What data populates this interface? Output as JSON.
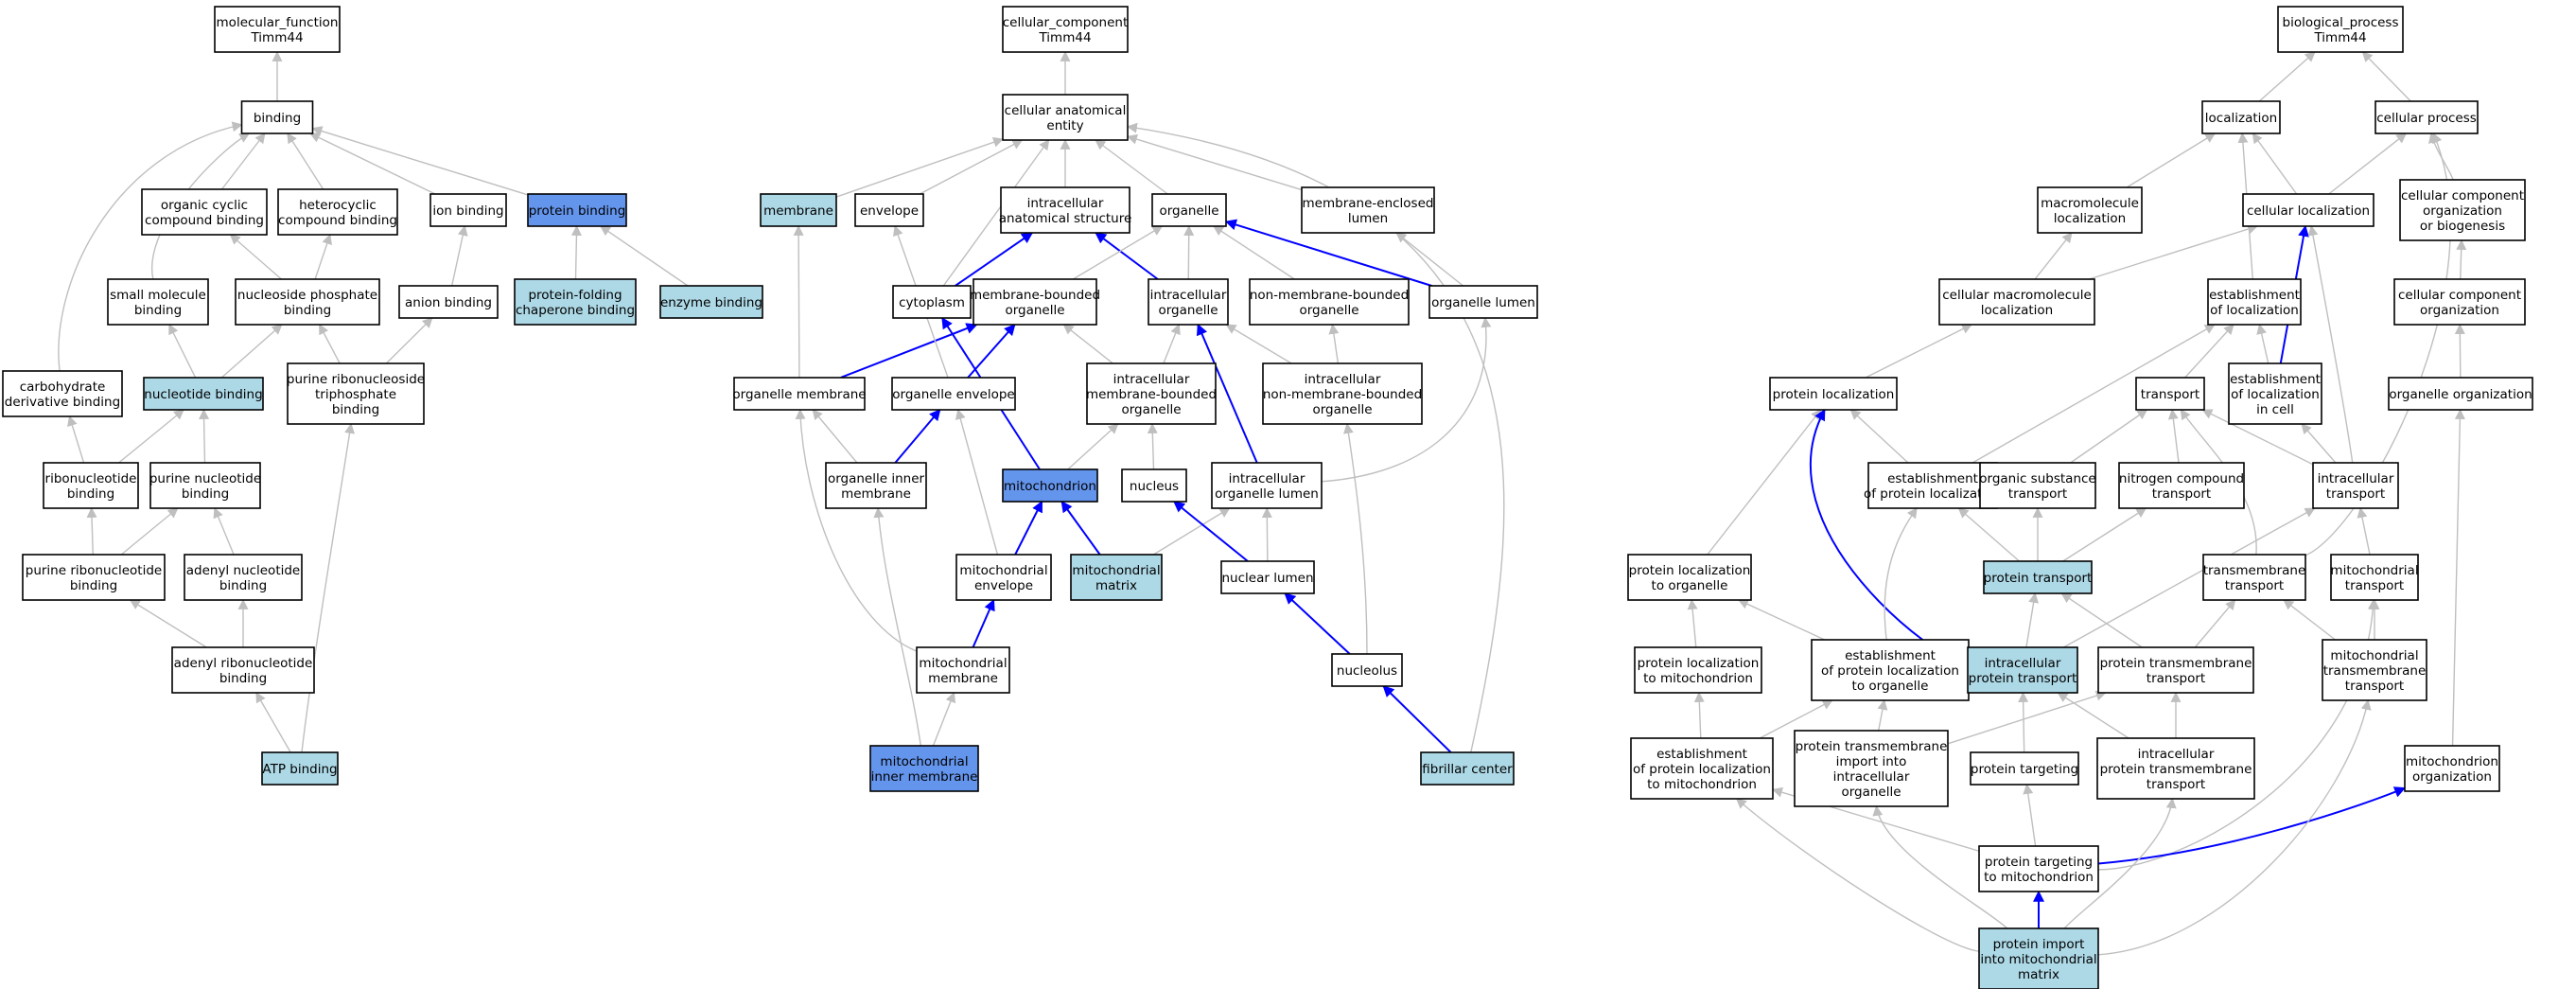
{
  "colors": {
    "node_default": "#ffffff",
    "node_light_blue": "#add8e6",
    "node_blue": "#6495ed",
    "edge_gray": "#bfbfbf",
    "edge_blue": "#0000ff"
  },
  "nodes": [
    {
      "id": "mf",
      "fill": "white",
      "lines": [
        "molecular_function",
        "Timm44"
      ]
    },
    {
      "id": "binding",
      "fill": "white",
      "lines": [
        "binding"
      ]
    },
    {
      "id": "ocb",
      "fill": "white",
      "lines": [
        "organic cyclic",
        "compound binding"
      ]
    },
    {
      "id": "hcb",
      "fill": "white",
      "lines": [
        "heterocyclic",
        "compound binding"
      ]
    },
    {
      "id": "ionb",
      "fill": "white",
      "lines": [
        "ion binding"
      ]
    },
    {
      "id": "protb",
      "fill": "blue",
      "lines": [
        "protein binding"
      ]
    },
    {
      "id": "smb",
      "fill": "white",
      "lines": [
        "small molecule",
        "binding"
      ]
    },
    {
      "id": "npb",
      "fill": "white",
      "lines": [
        "nucleoside phosphate",
        "binding"
      ]
    },
    {
      "id": "anb",
      "fill": "white",
      "lines": [
        "anion binding"
      ]
    },
    {
      "id": "pfcb",
      "fill": "light",
      "lines": [
        "protein-folding",
        "chaperone binding"
      ]
    },
    {
      "id": "enzb",
      "fill": "light",
      "lines": [
        "enzyme binding"
      ]
    },
    {
      "id": "cdb",
      "fill": "white",
      "lines": [
        "carbohydrate",
        "derivative binding"
      ]
    },
    {
      "id": "nucb",
      "fill": "light",
      "lines": [
        "nucleotide binding"
      ]
    },
    {
      "id": "pntb",
      "fill": "white",
      "lines": [
        "purine ribonucleoside",
        "triphosphate",
        "binding"
      ]
    },
    {
      "id": "ribb",
      "fill": "white",
      "lines": [
        "ribonucleotide",
        "binding"
      ]
    },
    {
      "id": "pnb",
      "fill": "white",
      "lines": [
        "purine nucleotide",
        "binding"
      ]
    },
    {
      "id": "prb",
      "fill": "white",
      "lines": [
        "purine ribonucleotide",
        "binding"
      ]
    },
    {
      "id": "adnb",
      "fill": "white",
      "lines": [
        "adenyl nucleotide",
        "binding"
      ]
    },
    {
      "id": "arb",
      "fill": "white",
      "lines": [
        "adenyl ribonucleotide",
        "binding"
      ]
    },
    {
      "id": "atp",
      "fill": "light",
      "lines": [
        "ATP binding"
      ]
    },
    {
      "id": "cc",
      "fill": "white",
      "lines": [
        "cellular_component",
        "Timm44"
      ]
    },
    {
      "id": "cae",
      "fill": "white",
      "lines": [
        "cellular anatomical",
        "entity"
      ]
    },
    {
      "id": "membrane",
      "fill": "light",
      "lines": [
        "membrane"
      ]
    },
    {
      "id": "envelope",
      "fill": "white",
      "lines": [
        "envelope"
      ]
    },
    {
      "id": "ias",
      "fill": "white",
      "lines": [
        "intracellular",
        "anatomical structure"
      ]
    },
    {
      "id": "organelle",
      "fill": "white",
      "lines": [
        "organelle"
      ]
    },
    {
      "id": "mel",
      "fill": "white",
      "lines": [
        "membrane-enclosed",
        "lumen"
      ]
    },
    {
      "id": "cytoplasm",
      "fill": "white",
      "lines": [
        "cytoplasm"
      ]
    },
    {
      "id": "mbo",
      "fill": "white",
      "lines": [
        "membrane-bounded",
        "organelle"
      ]
    },
    {
      "id": "io",
      "fill": "white",
      "lines": [
        "intracellular",
        "organelle"
      ]
    },
    {
      "id": "nmbo",
      "fill": "white",
      "lines": [
        "non-membrane-bounded",
        "organelle"
      ]
    },
    {
      "id": "ol",
      "fill": "white",
      "lines": [
        "organelle lumen"
      ]
    },
    {
      "id": "om",
      "fill": "white",
      "lines": [
        "organelle membrane"
      ]
    },
    {
      "id": "oe",
      "fill": "white",
      "lines": [
        "organelle envelope"
      ]
    },
    {
      "id": "imbo",
      "fill": "white",
      "lines": [
        "intracellular",
        "membrane-bounded",
        "organelle"
      ]
    },
    {
      "id": "inmbo",
      "fill": "white",
      "lines": [
        "intracellular",
        "non-membrane-bounded",
        "organelle"
      ]
    },
    {
      "id": "oim",
      "fill": "white",
      "lines": [
        "organelle inner",
        "membrane"
      ]
    },
    {
      "id": "mito",
      "fill": "blue",
      "lines": [
        "mitochondrion"
      ]
    },
    {
      "id": "nucleus",
      "fill": "white",
      "lines": [
        "nucleus"
      ]
    },
    {
      "id": "iol",
      "fill": "white",
      "lines": [
        "intracellular",
        "organelle lumen"
      ]
    },
    {
      "id": "menv",
      "fill": "white",
      "lines": [
        "mitochondrial",
        "envelope"
      ]
    },
    {
      "id": "mmat",
      "fill": "light",
      "lines": [
        "mitochondrial",
        "matrix"
      ]
    },
    {
      "id": "nl",
      "fill": "white",
      "lines": [
        "nuclear lumen"
      ]
    },
    {
      "id": "mmem",
      "fill": "white",
      "lines": [
        "mitochondrial",
        "membrane"
      ]
    },
    {
      "id": "nucleolus",
      "fill": "white",
      "lines": [
        "nucleolus"
      ]
    },
    {
      "id": "mim",
      "fill": "blue",
      "lines": [
        "mitochondrial",
        "inner membrane"
      ]
    },
    {
      "id": "fc",
      "fill": "light",
      "lines": [
        "fibrillar center"
      ]
    },
    {
      "id": "bp",
      "fill": "white",
      "lines": [
        "biological_process",
        "Timm44"
      ]
    },
    {
      "id": "loc",
      "fill": "white",
      "lines": [
        "localization"
      ]
    },
    {
      "id": "cp",
      "fill": "white",
      "lines": [
        "cellular process"
      ]
    },
    {
      "id": "ml",
      "fill": "white",
      "lines": [
        "macromolecule",
        "localization"
      ]
    },
    {
      "id": "cl",
      "fill": "white",
      "lines": [
        "cellular localization"
      ]
    },
    {
      "id": "ccob",
      "fill": "white",
      "lines": [
        "cellular component",
        "organization",
        "or biogenesis"
      ]
    },
    {
      "id": "cml",
      "fill": "white",
      "lines": [
        "cellular macromolecule",
        "localization"
      ]
    },
    {
      "id": "eol",
      "fill": "white",
      "lines": [
        "establishment",
        "of localization"
      ]
    },
    {
      "id": "cco",
      "fill": "white",
      "lines": [
        "cellular component",
        "organization"
      ]
    },
    {
      "id": "pl",
      "fill": "white",
      "lines": [
        "protein localization"
      ]
    },
    {
      "id": "transport",
      "fill": "white",
      "lines": [
        "transport"
      ]
    },
    {
      "id": "elc",
      "fill": "white",
      "lines": [
        "establishment",
        "of localization",
        "in cell"
      ]
    },
    {
      "id": "oorg",
      "fill": "white",
      "lines": [
        "organelle organization"
      ]
    },
    {
      "id": "epl",
      "fill": "white",
      "lines": [
        "establishment",
        "of protein localization"
      ]
    },
    {
      "id": "ost",
      "fill": "white",
      "lines": [
        "organic substance",
        "transport"
      ]
    },
    {
      "id": "nct",
      "fill": "white",
      "lines": [
        "nitrogen compound",
        "transport"
      ]
    },
    {
      "id": "it",
      "fill": "white",
      "lines": [
        "intracellular",
        "transport"
      ]
    },
    {
      "id": "plo",
      "fill": "white",
      "lines": [
        "protein localization",
        "to organelle"
      ]
    },
    {
      "id": "pt",
      "fill": "light",
      "lines": [
        "protein transport"
      ]
    },
    {
      "id": "tt",
      "fill": "white",
      "lines": [
        "transmembrane",
        "transport"
      ]
    },
    {
      "id": "mt",
      "fill": "white",
      "lines": [
        "mitochondrial",
        "transport"
      ]
    },
    {
      "id": "plm",
      "fill": "white",
      "lines": [
        "protein localization",
        "to mitochondrion"
      ]
    },
    {
      "id": "eplo",
      "fill": "white",
      "lines": [
        "establishment",
        "of protein localization",
        "to organelle"
      ]
    },
    {
      "id": "ipt",
      "fill": "light",
      "lines": [
        "intracellular",
        "protein transport"
      ]
    },
    {
      "id": "ptt",
      "fill": "white",
      "lines": [
        "protein transmembrane",
        "transport"
      ]
    },
    {
      "id": "mtt",
      "fill": "white",
      "lines": [
        "mitochondrial",
        "transmembrane",
        "transport"
      ]
    },
    {
      "id": "eplm",
      "fill": "white",
      "lines": [
        "establishment",
        "of protein localization",
        "to mitochondrion"
      ]
    },
    {
      "id": "ptiio",
      "fill": "white",
      "lines": [
        "protein transmembrane",
        "import into",
        "intracellular",
        "organelle"
      ]
    },
    {
      "id": "ptg",
      "fill": "white",
      "lines": [
        "protein targeting"
      ]
    },
    {
      "id": "iptt",
      "fill": "white",
      "lines": [
        "intracellular",
        "protein transmembrane",
        "transport"
      ]
    },
    {
      "id": "morg",
      "fill": "white",
      "lines": [
        "mitochondrion",
        "organization"
      ]
    },
    {
      "id": "ptm",
      "fill": "white",
      "lines": [
        "protein targeting",
        "to mitochondrion"
      ]
    },
    {
      "id": "pimm",
      "fill": "light",
      "lines": [
        "protein import",
        "into mitochondrial",
        "matrix"
      ]
    }
  ],
  "edges": [
    {
      "from": "binding",
      "to": "mf",
      "type": "gray"
    },
    {
      "from": "ocb",
      "to": "binding",
      "type": "gray"
    },
    {
      "from": "hcb",
      "to": "binding",
      "type": "gray"
    },
    {
      "from": "ionb",
      "to": "binding",
      "type": "gray"
    },
    {
      "from": "protb",
      "to": "binding",
      "type": "gray"
    },
    {
      "from": "smb",
      "to": "binding",
      "type": "gray"
    },
    {
      "from": "cdb",
      "to": "binding",
      "type": "gray"
    },
    {
      "from": "npb",
      "to": "ocb",
      "type": "gray"
    },
    {
      "from": "npb",
      "to": "hcb",
      "type": "gray"
    },
    {
      "from": "anb",
      "to": "ionb",
      "type": "gray"
    },
    {
      "from": "pfcb",
      "to": "protb",
      "type": "gray"
    },
    {
      "from": "enzb",
      "to": "protb",
      "type": "gray"
    },
    {
      "from": "nucb",
      "to": "smb",
      "type": "gray"
    },
    {
      "from": "nucb",
      "to": "npb",
      "type": "gray"
    },
    {
      "from": "pntb",
      "to": "npb",
      "type": "gray"
    },
    {
      "from": "pntb",
      "to": "anb",
      "type": "gray"
    },
    {
      "from": "ribb",
      "to": "cdb",
      "type": "gray"
    },
    {
      "from": "ribb",
      "to": "nucb",
      "type": "gray"
    },
    {
      "from": "pnb",
      "to": "nucb",
      "type": "gray"
    },
    {
      "from": "prb",
      "to": "ribb",
      "type": "gray"
    },
    {
      "from": "prb",
      "to": "pnb",
      "type": "gray"
    },
    {
      "from": "adnb",
      "to": "pnb",
      "type": "gray"
    },
    {
      "from": "arb",
      "to": "prb",
      "type": "gray"
    },
    {
      "from": "arb",
      "to": "adnb",
      "type": "gray"
    },
    {
      "from": "atp",
      "to": "arb",
      "type": "gray"
    },
    {
      "from": "atp",
      "to": "pntb",
      "type": "gray"
    },
    {
      "from": "cae",
      "to": "cc",
      "type": "gray"
    },
    {
      "from": "membrane",
      "to": "cae",
      "type": "gray"
    },
    {
      "from": "envelope",
      "to": "cae",
      "type": "gray"
    },
    {
      "from": "ias",
      "to": "cae",
      "type": "gray"
    },
    {
      "from": "organelle",
      "to": "cae",
      "type": "gray"
    },
    {
      "from": "mel",
      "to": "cae",
      "type": "gray"
    },
    {
      "from": "cytoplasm",
      "to": "cae",
      "type": "gray"
    },
    {
      "from": "fc",
      "to": "cae",
      "type": "gray"
    },
    {
      "from": "cytoplasm",
      "to": "ias",
      "type": "blue"
    },
    {
      "from": "io",
      "to": "ias",
      "type": "blue"
    },
    {
      "from": "mbo",
      "to": "organelle",
      "type": "gray"
    },
    {
      "from": "io",
      "to": "organelle",
      "type": "gray"
    },
    {
      "from": "nmbo",
      "to": "organelle",
      "type": "gray"
    },
    {
      "from": "ol",
      "to": "organelle",
      "type": "blue"
    },
    {
      "from": "ol",
      "to": "mel",
      "type": "gray"
    },
    {
      "from": "om",
      "to": "membrane",
      "type": "gray"
    },
    {
      "from": "om",
      "to": "mbo",
      "type": "blue"
    },
    {
      "from": "oe",
      "to": "envelope",
      "type": "gray"
    },
    {
      "from": "oe",
      "to": "mbo",
      "type": "blue"
    },
    {
      "from": "imbo",
      "to": "mbo",
      "type": "gray"
    },
    {
      "from": "imbo",
      "to": "io",
      "type": "gray"
    },
    {
      "from": "inmbo",
      "to": "io",
      "type": "gray"
    },
    {
      "from": "inmbo",
      "to": "nmbo",
      "type": "gray"
    },
    {
      "from": "oim",
      "to": "om",
      "type": "gray"
    },
    {
      "from": "oim",
      "to": "oe",
      "type": "blue"
    },
    {
      "from": "mito",
      "to": "cytoplasm",
      "type": "blue"
    },
    {
      "from": "mito",
      "to": "imbo",
      "type": "gray"
    },
    {
      "from": "nucleus",
      "to": "imbo",
      "type": "gray"
    },
    {
      "from": "iol",
      "to": "io",
      "type": "blue"
    },
    {
      "from": "iol",
      "to": "ol",
      "type": "gray"
    },
    {
      "from": "menv",
      "to": "oe",
      "type": "gray"
    },
    {
      "from": "menv",
      "to": "mito",
      "type": "blue"
    },
    {
      "from": "mmat",
      "to": "mito",
      "type": "blue"
    },
    {
      "from": "mmat",
      "to": "iol",
      "type": "gray"
    },
    {
      "from": "nl",
      "to": "nucleus",
      "type": "blue"
    },
    {
      "from": "nl",
      "to": "iol",
      "type": "gray"
    },
    {
      "from": "mmem",
      "to": "menv",
      "type": "blue"
    },
    {
      "from": "mmem",
      "to": "om",
      "type": "gray"
    },
    {
      "from": "nucleolus",
      "to": "nl",
      "type": "blue"
    },
    {
      "from": "nucleolus",
      "to": "inmbo",
      "type": "gray"
    },
    {
      "from": "mim",
      "to": "mmem",
      "type": "gray"
    },
    {
      "from": "mim",
      "to": "oim",
      "type": "gray"
    },
    {
      "from": "fc",
      "to": "nucleolus",
      "type": "blue"
    },
    {
      "from": "loc",
      "to": "bp",
      "type": "gray"
    },
    {
      "from": "cp",
      "to": "bp",
      "type": "gray"
    },
    {
      "from": "ml",
      "to": "loc",
      "type": "gray"
    },
    {
      "from": "cl",
      "to": "loc",
      "type": "gray"
    },
    {
      "from": "eol",
      "to": "loc",
      "type": "gray"
    },
    {
      "from": "cl",
      "to": "cp",
      "type": "gray"
    },
    {
      "from": "ccob",
      "to": "cp",
      "type": "gray"
    },
    {
      "from": "tt",
      "to": "cp",
      "type": "gray"
    },
    {
      "from": "cml",
      "to": "ml",
      "type": "gray"
    },
    {
      "from": "cml",
      "to": "cl",
      "type": "gray"
    },
    {
      "from": "elc",
      "to": "cl",
      "type": "blue"
    },
    {
      "from": "it",
      "to": "cl",
      "type": "gray"
    },
    {
      "from": "cco",
      "to": "ccob",
      "type": "gray"
    },
    {
      "from": "pl",
      "to": "cml",
      "type": "gray"
    },
    {
      "from": "transport",
      "to": "eol",
      "type": "gray"
    },
    {
      "from": "elc",
      "to": "eol",
      "type": "gray"
    },
    {
      "from": "epl",
      "to": "eol",
      "type": "gray"
    },
    {
      "from": "oorg",
      "to": "cco",
      "type": "gray"
    },
    {
      "from": "epl",
      "to": "pl",
      "type": "gray"
    },
    {
      "from": "plo",
      "to": "pl",
      "type": "gray"
    },
    {
      "from": "ipt",
      "to": "pl",
      "type": "blue"
    },
    {
      "from": "ost",
      "to": "transport",
      "type": "gray"
    },
    {
      "from": "nct",
      "to": "transport",
      "type": "gray"
    },
    {
      "from": "it",
      "to": "transport",
      "type": "gray"
    },
    {
      "from": "tt",
      "to": "transport",
      "type": "gray"
    },
    {
      "from": "it",
      "to": "elc",
      "type": "gray"
    },
    {
      "from": "morg",
      "to": "oorg",
      "type": "gray"
    },
    {
      "from": "eplo",
      "to": "epl",
      "type": "gray"
    },
    {
      "from": "pt",
      "to": "epl",
      "type": "gray"
    },
    {
      "from": "pt",
      "to": "ost",
      "type": "gray"
    },
    {
      "from": "pt",
      "to": "nct",
      "type": "gray"
    },
    {
      "from": "ipt",
      "to": "it",
      "type": "gray"
    },
    {
      "from": "mt",
      "to": "it",
      "type": "gray"
    },
    {
      "from": "plm",
      "to": "plo",
      "type": "gray"
    },
    {
      "from": "eplo",
      "to": "plo",
      "type": "gray"
    },
    {
      "from": "ipt",
      "to": "pt",
      "type": "gray"
    },
    {
      "from": "ptt",
      "to": "pt",
      "type": "gray"
    },
    {
      "from": "ptt",
      "to": "tt",
      "type": "gray"
    },
    {
      "from": "mtt",
      "to": "tt",
      "type": "gray"
    },
    {
      "from": "mtt",
      "to": "mt",
      "type": "gray"
    },
    {
      "from": "eplm",
      "to": "plm",
      "type": "gray"
    },
    {
      "from": "eplm",
      "to": "eplo",
      "type": "gray"
    },
    {
      "from": "ptiio",
      "to": "eplo",
      "type": "gray"
    },
    {
      "from": "ptiio",
      "to": "ptt",
      "type": "gray"
    },
    {
      "from": "ptg",
      "to": "ipt",
      "type": "gray"
    },
    {
      "from": "iptt",
      "to": "ipt",
      "type": "gray"
    },
    {
      "from": "iptt",
      "to": "ptt",
      "type": "gray"
    },
    {
      "from": "ptm",
      "to": "eplm",
      "type": "gray"
    },
    {
      "from": "ptm",
      "to": "ptg",
      "type": "gray"
    },
    {
      "from": "ptm",
      "to": "mt",
      "type": "gray"
    },
    {
      "from": "ptm",
      "to": "morg",
      "type": "blue"
    },
    {
      "from": "pimm",
      "to": "ptm",
      "type": "blue"
    },
    {
      "from": "pimm",
      "to": "eplm",
      "type": "gray"
    },
    {
      "from": "pimm",
      "to": "ptiio",
      "type": "gray"
    },
    {
      "from": "pimm",
      "to": "iptt",
      "type": "gray"
    },
    {
      "from": "pimm",
      "to": "mtt",
      "type": "gray"
    }
  ]
}
